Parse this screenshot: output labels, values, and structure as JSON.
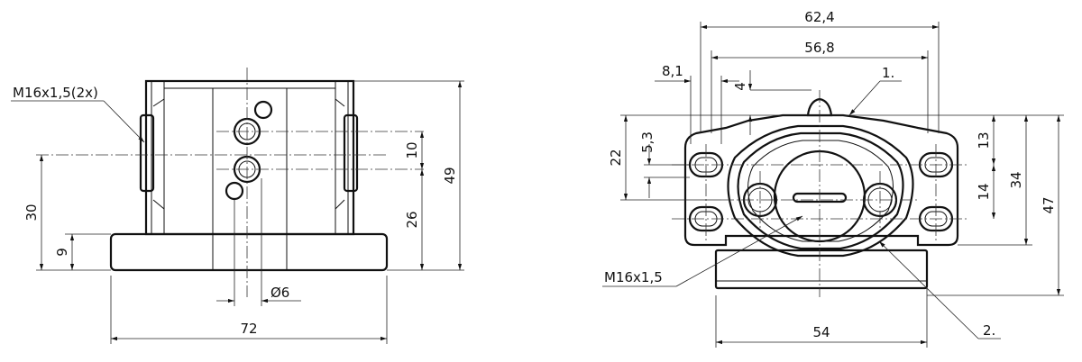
{
  "left_view": {
    "dim_thread": "M16x1,5(2x)",
    "dim_height_30": "30",
    "dim_height_9": "9",
    "dim_height_10": "10",
    "dim_height_26": "26",
    "dim_height_49": "49",
    "dim_diameter_6": "Ø6",
    "dim_width_72": "72"
  },
  "right_view": {
    "dim_width_62_4": "62,4",
    "dim_width_56_8": "56,8",
    "dim_offset_8_1": "8,1",
    "dim_offset_4": "4",
    "callout_1": "1.",
    "dim_height_22": "22",
    "dim_height_5_3": "5,3",
    "dim_height_13": "13",
    "dim_height_14": "14",
    "dim_height_34": "34",
    "dim_height_47": "47",
    "dim_thread": "M16x1,5",
    "dim_width_54": "54",
    "callout_2": "2."
  }
}
